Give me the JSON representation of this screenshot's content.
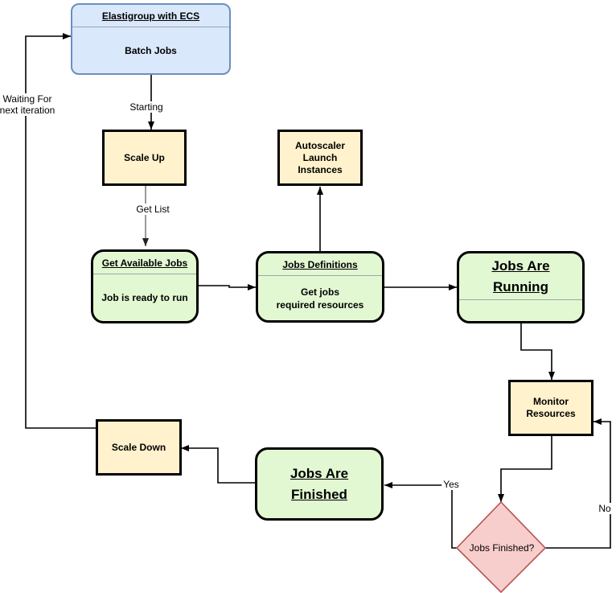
{
  "diagram": {
    "elastigroup": {
      "title": "Elastigroup with ECS",
      "body": "Batch Jobs"
    },
    "scale_up": {
      "label": "Scale Up"
    },
    "autoscaler": {
      "label": "Autoscaler\nLaunch\nInstances"
    },
    "get_available_jobs": {
      "title": "Get Available Jobs",
      "body": "Job is ready to run"
    },
    "jobs_definitions": {
      "title": "Jobs Definitions",
      "body": "Get jobs\nrequired resources"
    },
    "jobs_are_running": {
      "title": "Jobs Are\nRunning"
    },
    "monitor_resources": {
      "label": "Monitor\nResources"
    },
    "decision": {
      "label": "Jobs Finished?"
    },
    "jobs_are_finished": {
      "title": "Jobs Are\nFinished"
    },
    "scale_down": {
      "label": "Scale Down"
    }
  },
  "edge_labels": {
    "starting": "Starting",
    "get_list": "Get List",
    "waiting": "Waiting For\nnext iteration",
    "yes": "Yes",
    "no": "No"
  },
  "colors": {
    "blue_fill": "#dae8fc",
    "blue_border": "#6c8ebf",
    "yellow_fill": "#fff2cc",
    "green_fill": "#e2f8d2",
    "pink_fill": "#f8cecc",
    "pink_border": "#b85450",
    "line": "#000000",
    "gray_line": "#999999",
    "divider": "#9aa5b1"
  }
}
